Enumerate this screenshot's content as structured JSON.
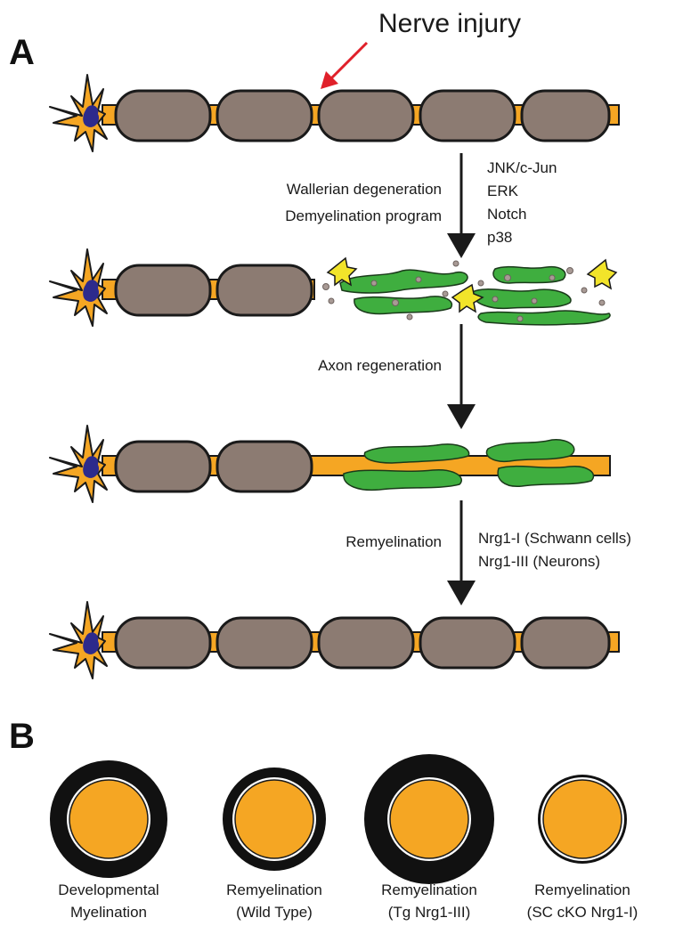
{
  "panels": {
    "a": "A",
    "b": "B"
  },
  "injury_label": "Nerve injury",
  "steps": {
    "degeneration": {
      "left": [
        "Wallerian degeneration",
        "Demyelination program"
      ],
      "right": [
        "JNK/c-Jun",
        "ERK",
        "Notch",
        "p38"
      ]
    },
    "regeneration": {
      "left": [
        "Axon regeneration"
      ]
    },
    "remyelination": {
      "left": [
        "Remyelination"
      ],
      "right": [
        "Nrg1-I (Schwann cells)",
        "Nrg1-III (Neurons)"
      ]
    }
  },
  "cross_sections": [
    {
      "line1": "Developmental",
      "line2": "Myelination"
    },
    {
      "line1": "Remyelination",
      "line2": "(Wild Type)"
    },
    {
      "line1": "Remyelination",
      "line2": "(Tg Nrg1-III)"
    },
    {
      "line1": "Remyelination",
      "line2": "(SC cKO Nrg1-I)"
    }
  ],
  "colors": {
    "axon": "#f5a623",
    "myelin": "#8c7b72",
    "nucleus": "#2d2a8c",
    "schwann_repair": "#3fae3f",
    "macrophage": "#f2e42a",
    "debris": "#a89a95",
    "injury_arrow": "#e0202a",
    "sheath": "#111111"
  }
}
